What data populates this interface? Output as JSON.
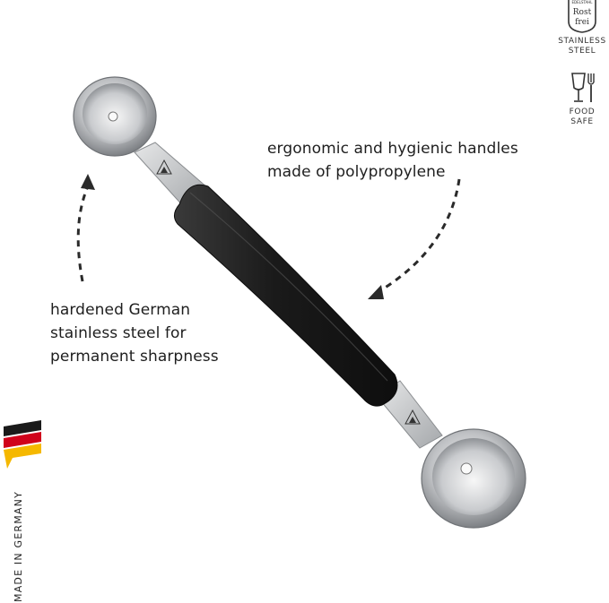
{
  "badges": {
    "stainless": {
      "icon_text_top": "EDELSTAHL",
      "icon_text_1": "Rost",
      "icon_text_2": "frei",
      "label_line1": "STAINLESS",
      "label_line2": "STEEL",
      "icon": "rostfrei-shield-icon"
    },
    "food_safe": {
      "label_line1": "FOOD",
      "label_line2": "SAFE",
      "icon": "glass-fork-icon"
    }
  },
  "callouts": {
    "handle": {
      "line1": "ergonomic and hygienic handles",
      "line2": "made of polypropylene"
    },
    "steel": {
      "line1": "hardened German",
      "line2": "stainless steel for",
      "line3": "permanent sharpness"
    }
  },
  "origin": {
    "label": "MADE IN GERMANY",
    "flag_colors": [
      "#1a1a1a",
      "#d0021b",
      "#f5b800"
    ]
  },
  "colors": {
    "handle": "#1c1c1c",
    "steel": "#b8babd",
    "arrow": "#2a2a2a"
  }
}
